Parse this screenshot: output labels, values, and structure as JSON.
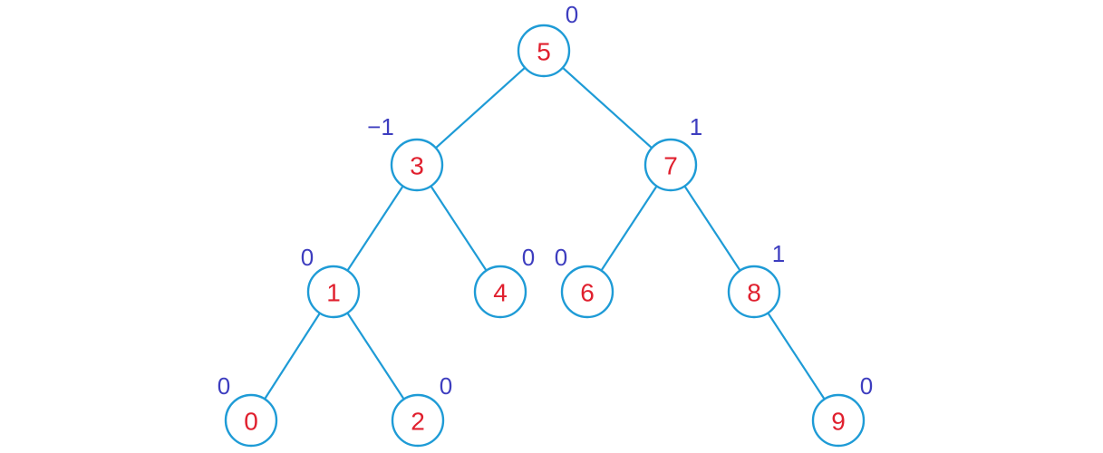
{
  "colors": {
    "edge": "#1e9bd6",
    "node_border": "#1e9bd6",
    "node_value": "#e0202e",
    "balance_factor": "#3d3dbf"
  },
  "tree": {
    "nodes": [
      {
        "id": "n5",
        "value": "5",
        "balance": "0",
        "parent": null
      },
      {
        "id": "n3",
        "value": "3",
        "balance": "−1",
        "parent": "n5"
      },
      {
        "id": "n7",
        "value": "7",
        "balance": "1",
        "parent": "n5"
      },
      {
        "id": "n1",
        "value": "1",
        "balance": "0",
        "parent": "n3"
      },
      {
        "id": "n4",
        "value": "4",
        "balance": "0",
        "parent": "n3"
      },
      {
        "id": "n6",
        "value": "6",
        "balance": "0",
        "parent": "n7"
      },
      {
        "id": "n8",
        "value": "8",
        "balance": "1",
        "parent": "n7"
      },
      {
        "id": "n0",
        "value": "0",
        "balance": "0",
        "parent": "n1"
      },
      {
        "id": "n2",
        "value": "2",
        "balance": "0",
        "parent": "n1"
      },
      {
        "id": "n9",
        "value": "9",
        "balance": "0",
        "parent": "n8"
      }
    ]
  }
}
